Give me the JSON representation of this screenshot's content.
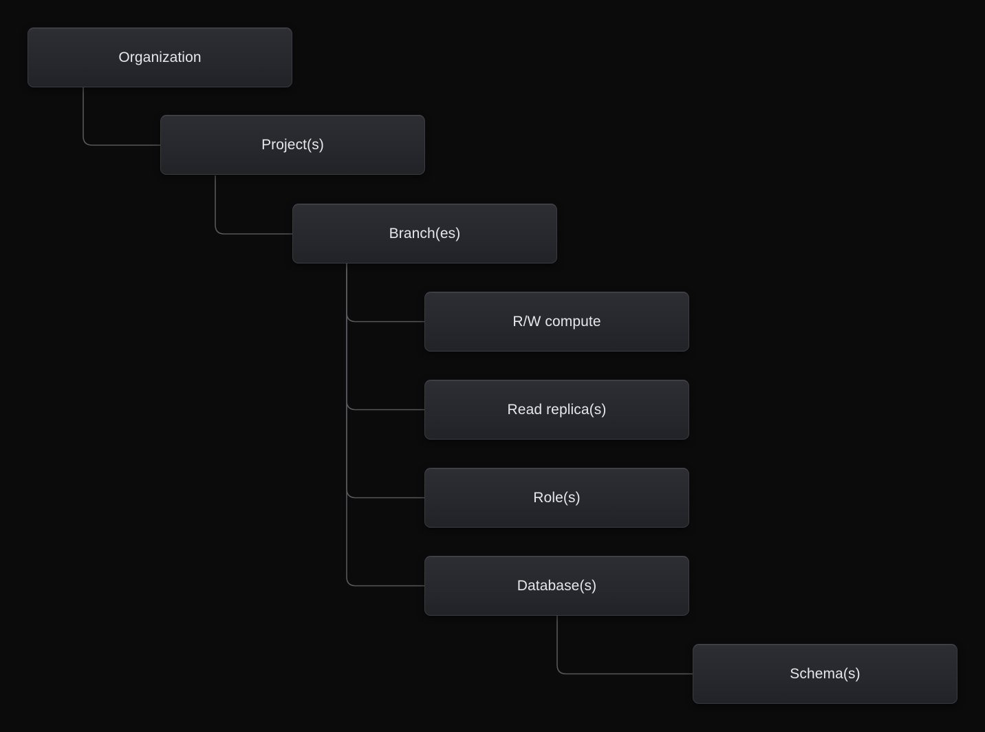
{
  "diagram": {
    "type": "tree",
    "orientation": "top-down-indented"
  },
  "nodes": [
    {
      "id": "organization",
      "label": "Organization"
    },
    {
      "id": "projects",
      "label": "Project(s)"
    },
    {
      "id": "branches",
      "label": "Branch(es)"
    },
    {
      "id": "rw-compute",
      "label": "R/W compute"
    },
    {
      "id": "read-replicas",
      "label": "Read replica(s)"
    },
    {
      "id": "roles",
      "label": "Role(s)"
    },
    {
      "id": "databases",
      "label": "Database(s)"
    },
    {
      "id": "schemas",
      "label": "Schema(s)"
    }
  ],
  "edges": [
    {
      "from": "organization",
      "to": "projects"
    },
    {
      "from": "projects",
      "to": "branches"
    },
    {
      "from": "branches",
      "to": "rw-compute"
    },
    {
      "from": "branches",
      "to": "read-replicas"
    },
    {
      "from": "branches",
      "to": "roles"
    },
    {
      "from": "branches",
      "to": "databases"
    },
    {
      "from": "databases",
      "to": "schemas"
    }
  ],
  "hierarchy": {
    "label": "Organization",
    "children": [
      {
        "label": "Project(s)",
        "children": [
          {
            "label": "Branch(es)",
            "children": [
              {
                "label": "R/W compute",
                "children": []
              },
              {
                "label": "Read replica(s)",
                "children": []
              },
              {
                "label": "Role(s)",
                "children": []
              },
              {
                "label": "Database(s)",
                "children": [
                  {
                    "label": "Schema(s)",
                    "children": []
                  }
                ]
              }
            ]
          }
        ]
      }
    ]
  },
  "colors": {
    "background": "#0b0b0c",
    "node_fill_top": "#2c2e33",
    "node_fill_bottom": "#212327",
    "node_border": "#393c41",
    "node_border_top": "#45484d",
    "connector": "#56585c",
    "text": "#e6e7e9"
  }
}
